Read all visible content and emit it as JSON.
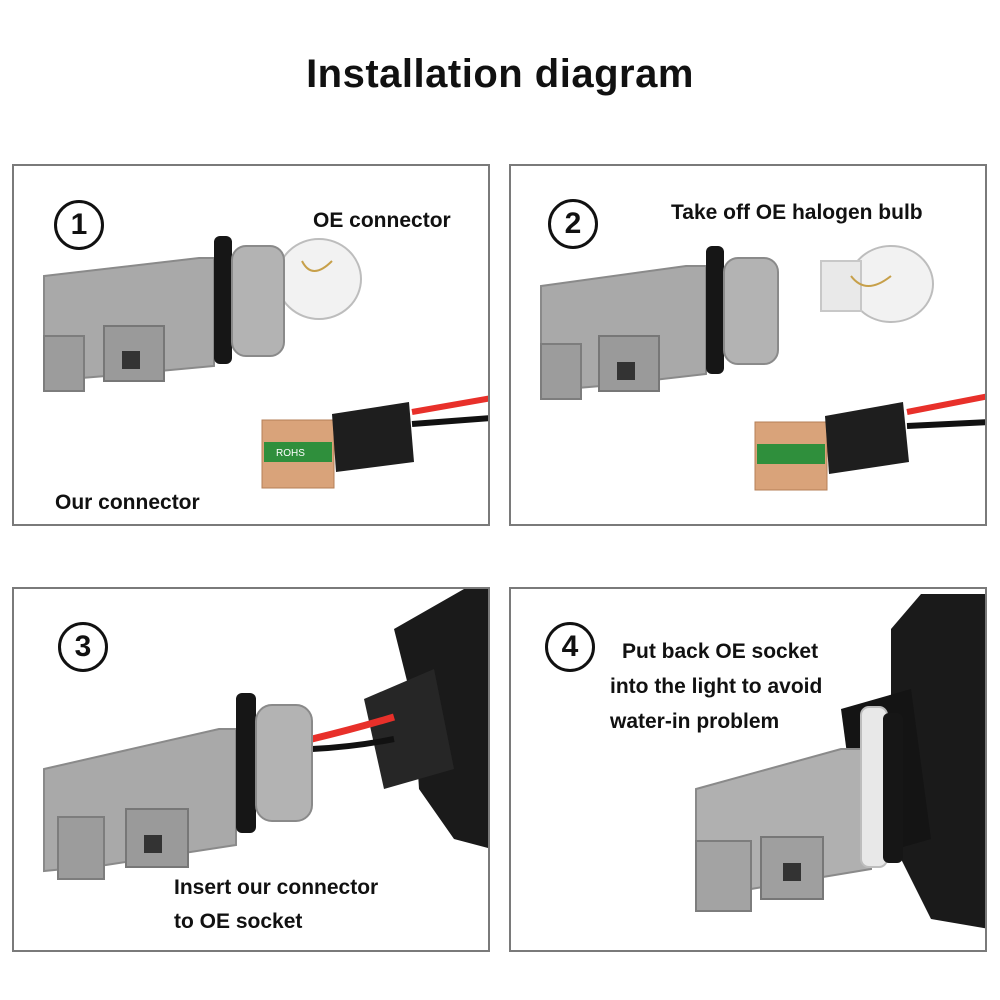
{
  "title": "Installation diagram",
  "steps": [
    {
      "number": "1",
      "labels": [
        "OE connector",
        "Our connector"
      ]
    },
    {
      "number": "2",
      "labels": [
        "Take off OE halogen bulb"
      ]
    },
    {
      "number": "3",
      "labels": [
        "Insert our connector",
        "to OE socket"
      ]
    },
    {
      "number": "4",
      "labels": [
        "Put back OE socket",
        "into the light to avoid",
        "water-in problem"
      ]
    }
  ],
  "pcb_marking": "ROHS",
  "colors": {
    "socket_gray": "#a9a9a9",
    "gasket_black": "#161616",
    "wire_red": "#e8302a",
    "pcb_copper": "#d9a37a",
    "pcb_green": "#2f8f3c"
  }
}
